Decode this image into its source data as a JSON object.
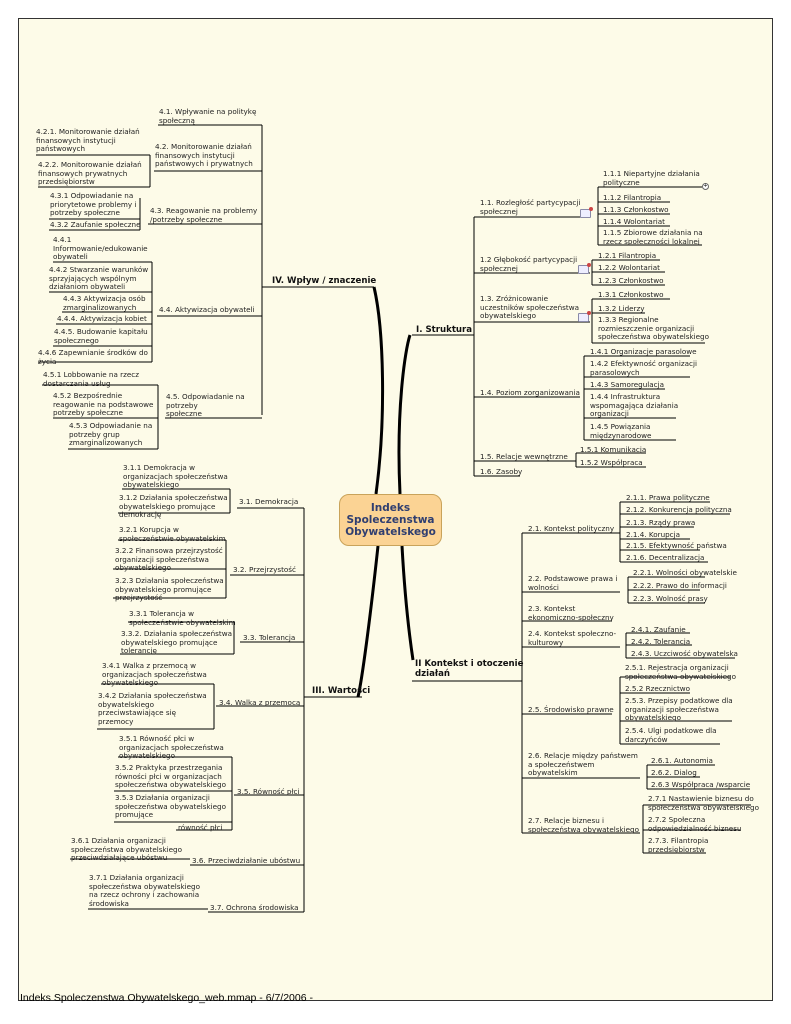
{
  "center": "Indeks\nSpoleczenstwa\nObywatelskego",
  "footer": "Indeks Spoleczenstwa Obywatelskego_web.mmap - 6/7/2006 -",
  "main": {
    "iv": "IV. Wpływ / znaczenie",
    "i": "I. Struktura",
    "iii": "III.  Wartości",
    "ii": "II Kontekst i otoczenie\ndziałań"
  },
  "iv": {
    "n41": "4.1. Wpływanie na politykę\nspołeczną",
    "n42": "4.2. Monitorowanie działań\nfinansowych instytucji\npaństwowych i prywatnych",
    "n43": "4.3. Reagowanie na problemy\n/potrzeby społeczne",
    "n44": "4.4. Aktywizacja obywateli",
    "n45": "4.5. Odpowiadanie na\npotrzeby\nspołeczne",
    "n421": "4.2.1. Monitorowanie działań\nfinansowych instytucji\npaństwowych",
    "n422": "4.2.2. Monitorowanie działań\nfinansowych prywatnych\nprzedsiębiorstw",
    "n431": "4.3.1 Odpowiadanie na\npriorytetowe problemy i\npotrzeby społeczne",
    "n432": "4.3.2 Zaufanie społeczne",
    "n441": "4.4.1\nInformowanie/edukowanie\nobywateli",
    "n442": "4.4.2 Stwarzanie warunków\nsprzyjających wspólnym\ndziałaniom obywateli",
    "n443": "4.4.3 Aktywizacja osób\nzmarginalizowanych",
    "n444": "4.4.4. Aktywizacja kobiet",
    "n445": "4.4.5. Budowanie kapitału\nspołecznego",
    "n446": "4.4.6 Zapewnianie środków do\nżycia",
    "n451": "4.5.1 Lobbowanie na rzecz\ndostarczania usług",
    "n452": "4.5.2 Bezpośrednie\nreagowanie na podstawowe\npotrzeby społeczne",
    "n453": "4.5.3 Odpowiadanie na\npotrzeby grup\nzmarginalizowanych"
  },
  "i": {
    "n11": "1.1. Rozległość partycypacji\nspołecznej",
    "n12": "1.2 Głębokość partycypacji\nspołecznej",
    "n13": "1.3. Zróżnicowanie\nuczestników społeczeństwa\nobywatelskiego",
    "n14": "1.4. Poziom zorganizowania",
    "n15": "1.5. Relacje wewnętrzne",
    "n16": "1.6. Zasoby",
    "n111": "1.1.1 Niepartyjne działania\npolityczne",
    "n112": "1.1.2 Filantropia",
    "n113": "1.1.3 Członkostwo",
    "n114": "1.1.4 Wolontariat",
    "n115": "1.1.5 Zbiorowe działania na\nrzecz społeczności lokalnej",
    "n121": "1.2.1 Filantropia",
    "n122": "1.2.2 Wolontariat",
    "n123": "1.2.3 Członkostwo",
    "n131": "1.3.1 Członkostwo",
    "n132": "1.3.2 Liderzy",
    "n133": "1.3.3 Regionalne\nrozmieszczenie organizacji\nspołeczeństwa obywatelskiego",
    "n141": "1.4.1 Organizacje parasolowe",
    "n142": "1.4.2 Efektywność organizacji\nparasolowych",
    "n143": "1.4.3 Samoregulacja",
    "n144": "1.4.4 Infrastruktura\nwspomagająca działania\norganizacji",
    "n145": "1.4.5 Powiązania\nmiędzynarodowe",
    "n151": "1.5.1 Komunikacja",
    "n152": "1.5.2 Współpraca"
  },
  "ii": {
    "n21": "2.1. Kontekst polityczny",
    "n22": "2.2. Podstawowe prawa i\nwolności",
    "n23": "2.3. Kontekst\nekonomiczno-społeczny",
    "n24": "2.4. Kontekst społeczno-\nkulturowy",
    "n25": "2.5. Środowisko prawne",
    "n26": "2.6. Relacje między państwem\na społeczeństwem\nobywatelskim",
    "n27": "2.7. Relacje biznesu i\nspołeczeństwa obywatelskiego",
    "n211": "2.1.1. Prawa polityczne",
    "n212": "2.1.2. Konkurencja polityczna",
    "n213": "2.1.3. Rządy prawa",
    "n214": "2.1.4. Korupcja",
    "n215": "2.1.5. Efektywność państwa",
    "n216": "2.1.6. Decentralizacja",
    "n221": "2.2.1. Wolności obywatelskie",
    "n222": "2.2.2. Prawo do informacji",
    "n223": "2.2.3. Wolność prasy",
    "n241": "2.4.1. Zaufanie",
    "n242": "2.4.2. Tolerancja",
    "n243": "2.4.3. Uczciwość obywatelska",
    "n251": "2.5.1. Rejestracja organizacji\nspołeczeństwa obywatelskiego",
    "n252": "2.5.2 Rzecznictwo",
    "n253": "2.5.3. Przepisy podatkowe dla\norganizacji społeczeństwa\nobywatelskiego",
    "n254": "2.5.4. Ulgi podatkowe dla\ndarczyńców",
    "n261": "2.6.1. Autonomia",
    "n262": "2.6.2. Dialog",
    "n263": "2.6.3 Współpraca /wsparcie",
    "n271": "2.7.1 Nastawienie biznesu do\nspołeczeństwa obywatelskiego",
    "n272": "2.7.2 Społeczna\nodpowiedzialność biznesu",
    "n273": "2.7.3. Filantropia\nprzedsiębiorstw"
  },
  "iii": {
    "n31": "3.1. Demokracja",
    "n32": "3.2. Przejrzystość",
    "n33": "3.3. Tolerancja",
    "n34": "3.4. Walka z przemocą",
    "n35": "3.5. Równość płci",
    "n36": "3.6. Przeciwdziałanie ubóstwu",
    "n37": "3.7. Ochrona środowiska",
    "n311": "3.1.1 Demokracja w\norganizacjach społeczeństwa\nobywatelskiego",
    "n312": "3.1.2 Działania społeczeństwa\nobywatelskiego promujące\ndemokrację",
    "n321": "3.2.1 Korupcja w\nspołeczeństwie obywatelskim",
    "n322": "3.2.2 Finansowa przejrzystość\norganizacji społeczeństwa\nobywatelskiego",
    "n323": "3.2.3 Działania społeczeństwa\nobywatelskiego promujące\nprzejrzystość",
    "n331": "3.3.1 Tolerancja w\nspołeczeństwie obywatelskim",
    "n332": "3.3.2. Działania społeczeństwa\nobywatelskiego promujące\ntolerancję",
    "n341": "3.4.1 Walka z przemocą w\norganizacjach społeczeństwa\nobywatelskiego",
    "n342": "3.4.2 Działania społeczeństwa\nobywatelskiego\nprzeciwstawiające się\nprzemocy",
    "n351": "3.5.1 Równość płci w\norganizacjach społeczeństwa\nobywatelskiego",
    "n352": "3.5.2 Praktyka przestrzegania\nrówności płci w organizacjach\nspołeczeństwa obywatelskiego",
    "n353": "3.5.3 Działania organizacji\nspołeczeństwa obywatelskiego\npromujące",
    "n354": "równość płci",
    "n361": "3.6.1 Działania organizacji\nspołeczeństwa obywatelskiego\nprzeciwdziałające ubóstwu",
    "n371": "3.7.1 Działania organizacji\nspołeczeństwa obywatelskiego\nna rzecz ochrony i zachowania\nśrodowiska"
  }
}
